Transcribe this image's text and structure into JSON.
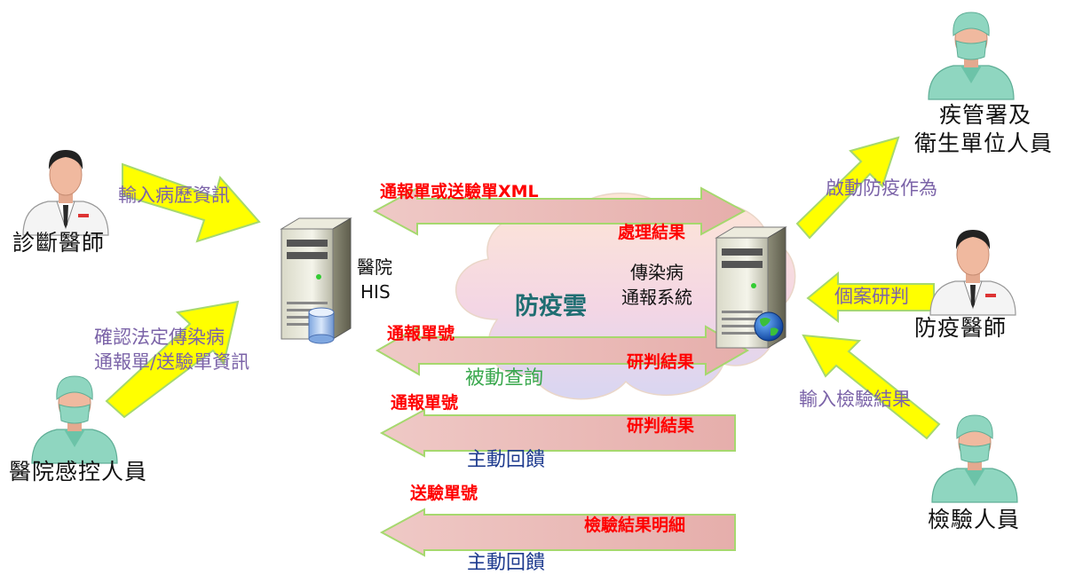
{
  "actors": {
    "diagnosing_doctor": "診斷醫師",
    "infection_control_staff": "醫院感控人員",
    "cdc_staff_line1": "疾管署及",
    "cdc_staff_line2": "衛生單位人員",
    "epidemic_doctor": "防疫醫師",
    "lab_staff": "檢驗人員"
  },
  "nodes": {
    "hospital_his_line1": "醫院",
    "hospital_his_line2": "HIS",
    "reporting_system_line1": "傳染病",
    "reporting_system_line2": "通報系統",
    "cloud": "防疫雲"
  },
  "labels": {
    "input_medical_record": "輸入病歷資訊",
    "confirm_line1": "確認法定傳染病",
    "confirm_line2": "通報單/送驗單資訊",
    "report_form_xml": "通報單或送驗單XML",
    "process_result": "處理結果",
    "report_no_1": "通報單號",
    "judgement_result_1": "研判結果",
    "passive_query": "被動查詢",
    "report_no_2": "通報單號",
    "judgement_result_2": "研判結果",
    "active_feedback_1": "主動回饋",
    "specimen_no": "送驗單號",
    "lab_result_detail": "檢驗結果明細",
    "active_feedback_2": "主動回饋",
    "start_epidemic_action": "啟動防疫作為",
    "case_judgement": "個案研判",
    "input_lab_result": "輸入檢驗結果"
  },
  "colors": {
    "yellow_arrow": "#ffff00",
    "green_arrow_outline": "#a6d86e",
    "pink_arrow": "#e8b8b4",
    "red_text": "#ff0000",
    "purple_text": "#7b63a8",
    "green_text": "#3aa84e",
    "navy_text": "#1f3c8f",
    "cloud_text": "#1f6e72"
  },
  "icons": [
    "doctor-icon",
    "nurse-icon",
    "server-icon",
    "database-icon",
    "globe-icon"
  ]
}
